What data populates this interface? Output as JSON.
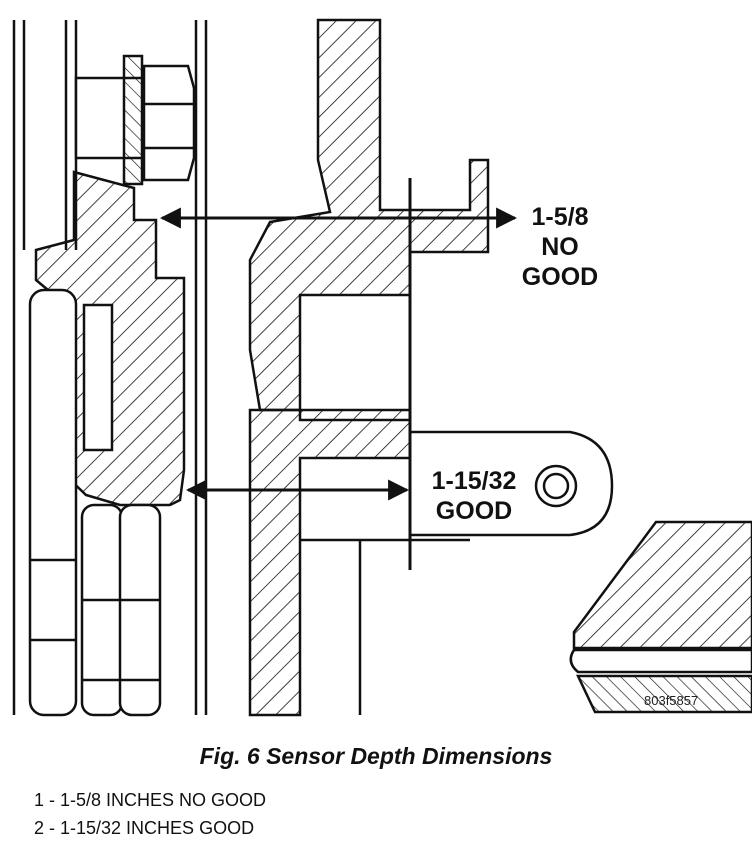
{
  "figure": {
    "drawing_code": "803f5857",
    "callouts": [
      {
        "lines": [
          "1-5/8",
          "NO",
          "GOOD"
        ]
      },
      {
        "lines": [
          "1-15/32",
          "GOOD"
        ]
      }
    ]
  },
  "caption": {
    "title": "Fig. 6 Sensor Depth Dimensions",
    "legend": [
      "1 - 1-5/8 INCHES NO GOOD",
      "2 - 1-15/32 INCHES GOOD"
    ]
  }
}
